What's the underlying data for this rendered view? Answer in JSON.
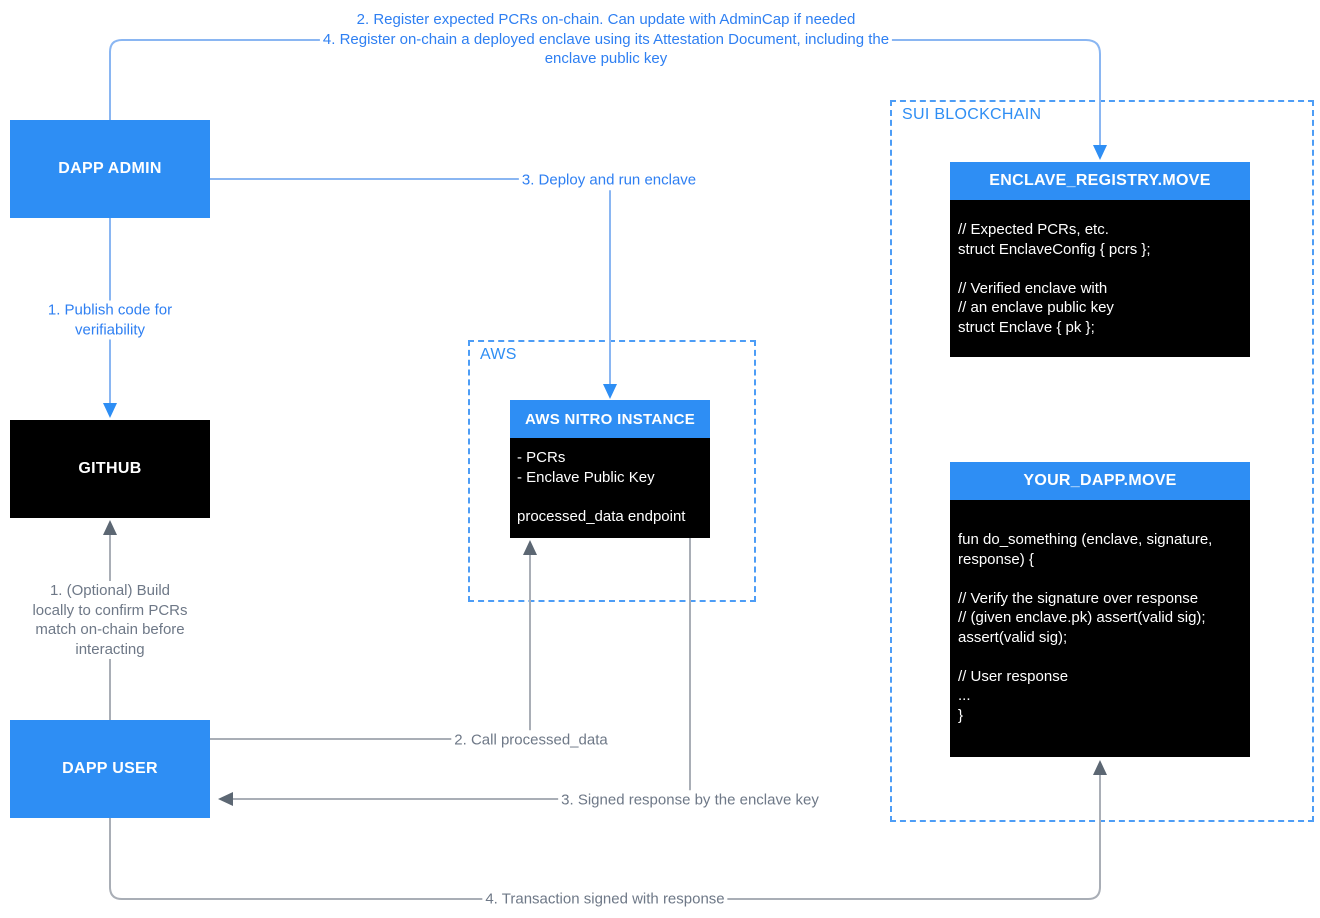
{
  "colors": {
    "accent_blue": "#2E8EF4",
    "box_black": "#000000",
    "connector_blue": "#8AB6F2",
    "connector_gray": "#A9AEB6",
    "arrowhead_blue": "#2E8EF4",
    "arrowhead_gray": "#5C6773",
    "annotation_blue": "#2E7FF2",
    "annotation_gray": "#6E7887",
    "dashed_border_blue": "#4D9DF6"
  },
  "nodes": {
    "dapp_admin": {
      "label": "DAPP ADMIN"
    },
    "github": {
      "label": "GITHUB"
    },
    "dapp_user": {
      "label": "DAPP USER"
    },
    "aws_region": {
      "label": "AWS"
    },
    "sui_region": {
      "label": "SUI BLOCKCHAIN"
    },
    "aws_nitro": {
      "title": "AWS NITRO INSTANCE",
      "body": "- PCRs\n- Enclave Public Key\n\nprocessed_data endpoint"
    },
    "enclave_registry": {
      "title": "ENCLAVE_REGISTRY.MOVE",
      "body": "// Expected PCRs, etc.\nstruct EnclaveConfig { pcrs };\n\n// Verified enclave with\n// an enclave public key\nstruct Enclave { pk };"
    },
    "your_dapp": {
      "title": "YOUR_DAPP.MOVE",
      "body": "fun do_something (enclave, signature,\nresponse) {\n\n// Verify the signature over response\n// (given enclave.pk) assert(valid sig);\nassert(valid sig);\n\n// User response\n...\n}"
    }
  },
  "annotations": {
    "top_steps": "2. Register expected PCRs on-chain. Can update with AdminCap if needed\n4. Register on-chain a deployed enclave using its Attestation Document, including the\nenclave public key",
    "publish_code": "1. Publish code for\nverifiability",
    "deploy_enclave": "3. Deploy and run enclave",
    "optional_build": "1. (Optional) Build\nlocally to confirm PCRs\nmatch on-chain before\ninteracting",
    "call_processed_data": "2. Call processed_data",
    "signed_response": "3. Signed response by the enclave key",
    "transaction_signed": "4. Transaction signed with response"
  }
}
